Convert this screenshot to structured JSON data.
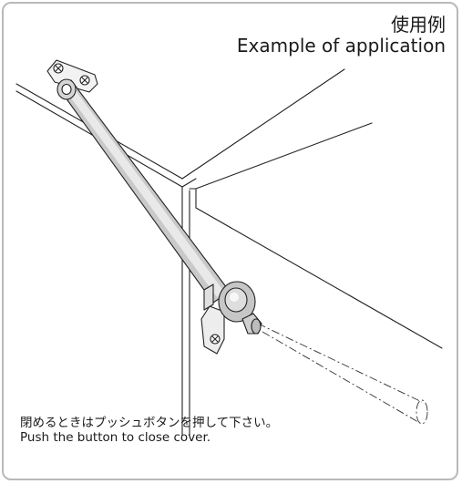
{
  "title": {
    "japanese": "使用例",
    "english": "Example of application"
  },
  "caption": {
    "japanese": "閉めるときはプッシュボタンを押して下さい。",
    "english": "Push the button to close cover."
  }
}
